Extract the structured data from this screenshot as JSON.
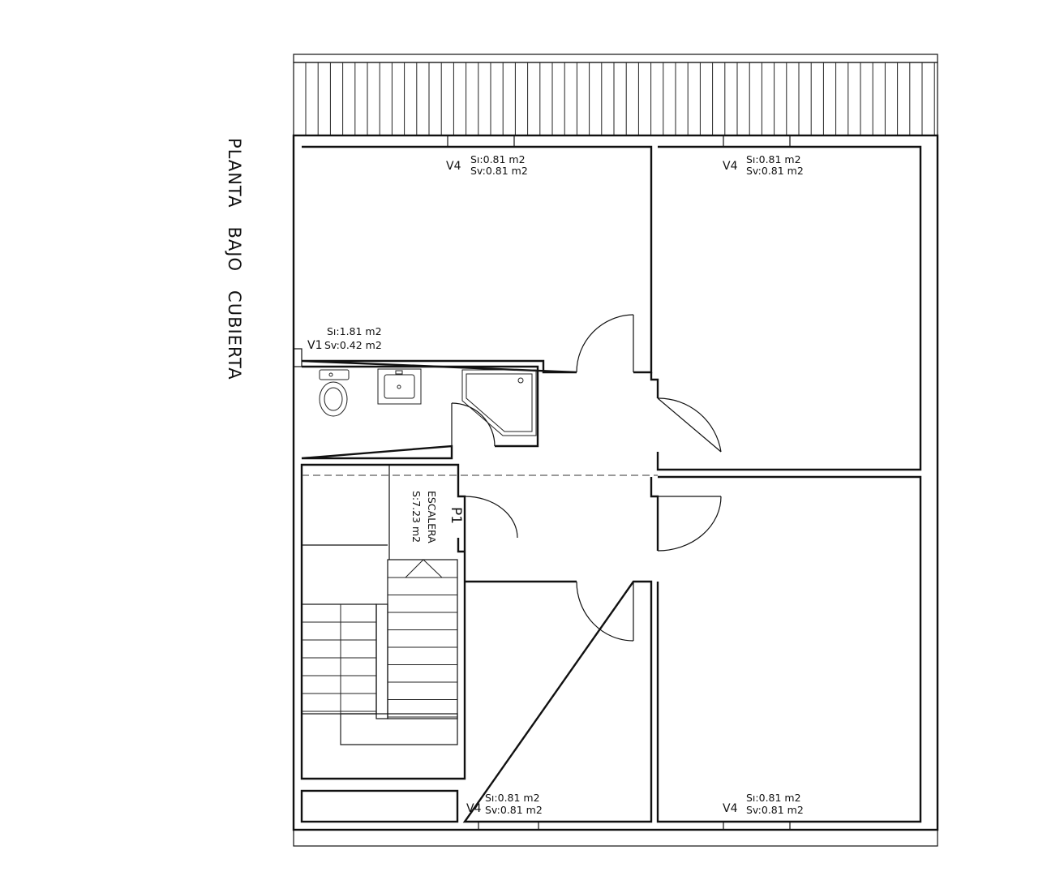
{
  "title": "PLANTA   BAJO   CUBIERTA",
  "rooms": {
    "top_left": {
      "tag": "V4",
      "s": "Sı:0.81 m2",
      "sv": "Sv:0.81 m2"
    },
    "top_right": {
      "tag": "V4",
      "s": "Sı:0.81 m2",
      "sv": "Sv:0.81 m2"
    },
    "bottom_mid": {
      "tag": "V4",
      "s": "Sı:0.81 m2",
      "sv": "Sv:0.81 m2"
    },
    "bottom_right": {
      "tag": "V4",
      "s": "Sı:0.81 m2",
      "sv": "Sv:0.81 m2"
    },
    "bath": {
      "tag": "V1",
      "s": "Sı:1.81 m2",
      "sv": "Sv:0.42 m2"
    }
  },
  "stair": {
    "name": "ESCALERA",
    "area": "S:7.23 m2",
    "door": "P1"
  }
}
